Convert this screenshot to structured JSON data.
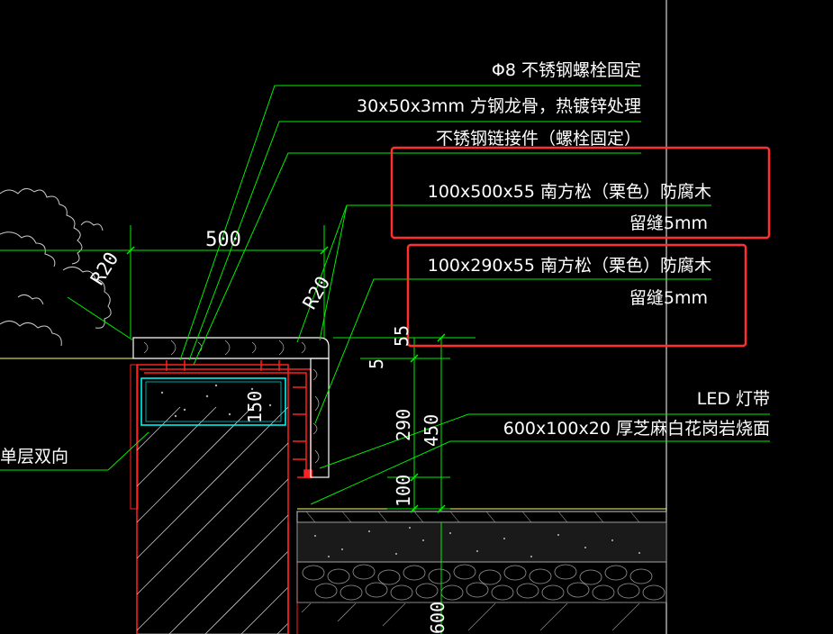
{
  "annotations": {
    "bolt": "Φ8 不锈钢螺栓固定",
    "keel": "30x50x3mm 方钢龙骨，热镀锌处理",
    "connector": "不锈钢链接件（螺栓固定）",
    "wood_top": "100x500x55 南方松（栗色）防腐木",
    "gap_top": "留缝5mm",
    "wood_side": "100x290x55 南方松（栗色）防腐木",
    "gap_side": "留缝5mm",
    "led": "LED 灯带",
    "granite": "600x100x20 厚芝麻白花岗岩烧面",
    "rebar": "单层双向"
  },
  "dimensions": {
    "width_500": "500",
    "radius_left": "R20",
    "radius_right": "R20",
    "d55": "55",
    "d5": "5",
    "d290": "290",
    "d450": "450",
    "d100": "100",
    "d150": "150",
    "d_bottom": "600"
  },
  "colors": {
    "background": "#000000",
    "leader": "#00ff00",
    "outline": "#ff2020",
    "wood": "#ffffff",
    "highlight": "#ff3030",
    "yellow": "#ffff66",
    "cyan": "#00ffff"
  }
}
